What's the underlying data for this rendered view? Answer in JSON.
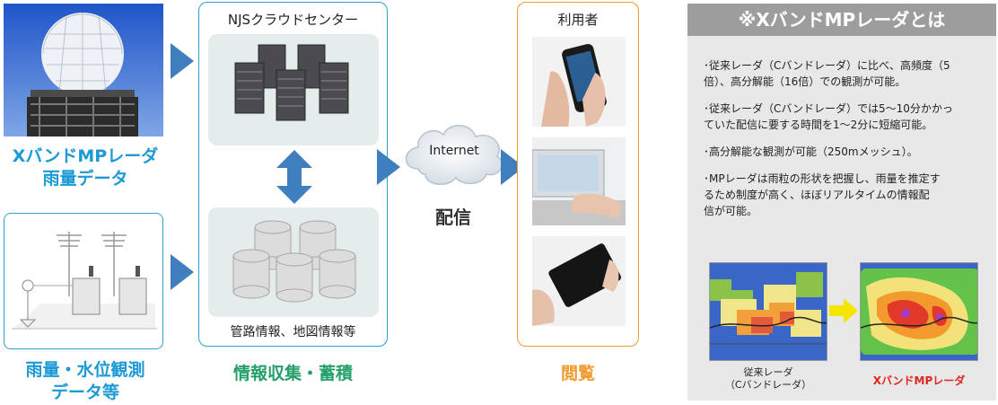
{
  "left": {
    "xband_label_line1": "XバンドMPレーダ",
    "xband_label_line2": "雨量データ",
    "gauge_label_line1": "雨量・水位観測",
    "gauge_label_line2": "データ等"
  },
  "center": {
    "title": "NJSクラウドセンター",
    "db_caption": "管路情報、地図情報等",
    "footer": "情報収集・蓄積"
  },
  "network": {
    "cloud_label": "Internet",
    "delivery_label": "配信"
  },
  "users": {
    "title": "利用者",
    "footer": "閲覧"
  },
  "info": {
    "heading": "※XバンドMPレーダとは",
    "bullets": [
      [
        "･従来レーダ（Cバンドレーダ）に比べ、高頻度（5",
        "倍）、高分解能（16倍）での観測が可能。"
      ],
      [
        "･従来レーダ（Cバンドレーダ）では5～10分かかっ",
        "ていた配信に要する時間を1～2分に短縮可能。"
      ],
      [
        "･高分解能な観測が可能（250mメッシュ）。"
      ],
      [
        "･MPレーダは雨粒の形状を把握し、雨量を推定す",
        "るため制度が高く、ほぼリアルタイムの情報配",
        "信が可能。"
      ]
    ],
    "map_left_caption_line1": "従来レーダ",
    "map_left_caption_line2": "（Cバンドレーダ）",
    "map_right_caption": "XバンドMPレーダ"
  },
  "colors": {
    "label_blue": "#1b9ad6",
    "label_green": "#26a06b",
    "label_orange": "#f29a2e",
    "arrow_blue": "#3f7fc0",
    "red_caption": "#e0251b"
  }
}
